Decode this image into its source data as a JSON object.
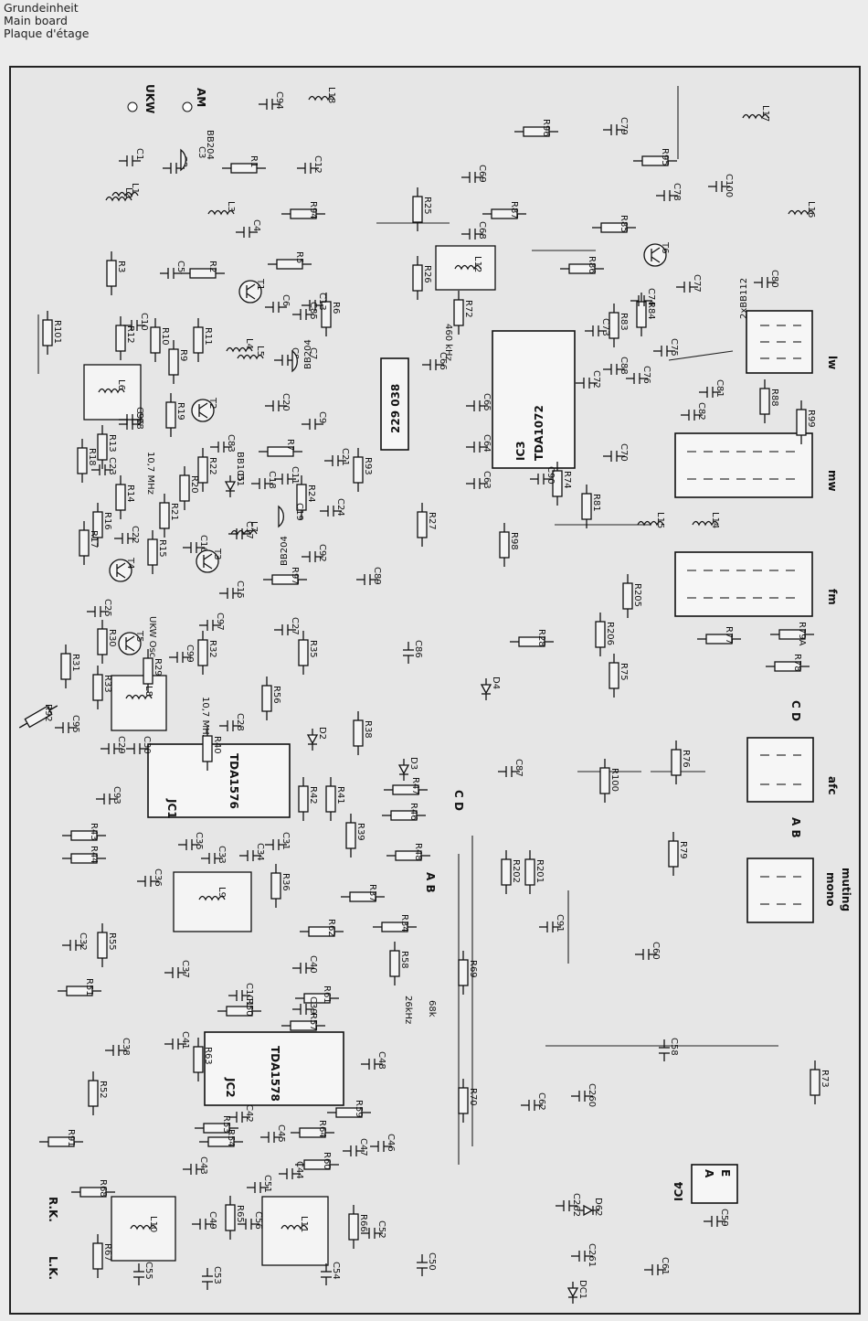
{
  "header": {
    "line1": "Grundeinheit",
    "line2": "Main board",
    "line3": "Plaque d'étage"
  },
  "board_code": "229 038",
  "ics": [
    {
      "ref": "IC3",
      "type": "TDA1072"
    },
    {
      "ref": "JC1",
      "type": "TDA1576"
    },
    {
      "ref": "JC2",
      "type": "TDA1578"
    },
    {
      "ref": "IC4",
      "type": ""
    }
  ],
  "module_labels": {
    "lw": "lw",
    "mw": "mw",
    "fm": "fm",
    "afc": "afc",
    "mono": "mono",
    "muting": "muting"
  },
  "terminals": [
    "UKW",
    "AM",
    "C D",
    "A B",
    "R.K.",
    "L.K.",
    "A",
    "E"
  ],
  "notes": [
    "460 kHz",
    "10,7 MHz",
    "26kHz",
    "68k",
    "UKW Osc.",
    "2xBB112",
    "BB204",
    "BB105"
  ],
  "components": {
    "resistors": [
      "R1",
      "R2",
      "R3",
      "R5",
      "R6",
      "R7",
      "R9",
      "R10",
      "R11",
      "R12",
      "R13",
      "R14",
      "R15",
      "R16",
      "R17",
      "R18",
      "R19",
      "R20",
      "R21",
      "R22",
      "R24",
      "R25",
      "R26",
      "R27",
      "R28",
      "R29",
      "R30",
      "R31",
      "R32",
      "R33",
      "R34",
      "R35",
      "R36",
      "R37",
      "R38",
      "R39",
      "R40",
      "R41",
      "R42",
      "R43",
      "R44",
      "R46",
      "R47",
      "R48",
      "R50",
      "R51",
      "R52",
      "R53",
      "R54",
      "R55",
      "R56",
      "R57",
      "R58",
      "R59",
      "R60",
      "R61",
      "R62",
      "R63",
      "R64",
      "R65",
      "R66",
      "R67",
      "R68",
      "R69",
      "R70",
      "R72",
      "R73",
      "R74",
      "R75",
      "R76",
      "R77",
      "R78",
      "R79",
      "R79A",
      "R81",
      "R83",
      "R84",
      "R85",
      "R86",
      "R87",
      "R88",
      "R91",
      "R92",
      "R93",
      "R94",
      "R95",
      "R96",
      "R97",
      "R98",
      "R99",
      "R100",
      "R101",
      "R201",
      "R202",
      "R205",
      "R206"
    ],
    "capacitors": [
      "C1",
      "C2",
      "C4",
      "C5",
      "C6",
      "C8",
      "C9",
      "C10",
      "C11",
      "C12",
      "C13",
      "C15",
      "C16",
      "C17",
      "C18",
      "C20",
      "C21",
      "C22",
      "C23",
      "C24",
      "C25",
      "C27",
      "C28",
      "C29",
      "C30",
      "C31",
      "C32",
      "C33",
      "C34",
      "C35",
      "C36",
      "C37",
      "C38",
      "C39",
      "C40",
      "C41",
      "C42",
      "C43",
      "C44",
      "C45",
      "C46",
      "C47",
      "C48",
      "C49",
      "C50",
      "C51",
      "C52",
      "C53",
      "C54",
      "C55",
      "C56",
      "C58",
      "C59",
      "C60",
      "C61",
      "C62",
      "C63",
      "C64",
      "C65",
      "C66",
      "C68",
      "C69",
      "C70",
      "C72",
      "C73",
      "C74",
      "C75",
      "C76",
      "C77",
      "C78",
      "C79",
      "C80",
      "C81",
      "C82",
      "C83",
      "C85",
      "C86",
      "C87",
      "C88",
      "C89",
      "C90",
      "C91",
      "C92",
      "C93",
      "C94",
      "C95",
      "C96",
      "C97",
      "C98",
      "C99",
      "C100",
      "C101",
      "C260",
      "C261",
      "C262"
    ],
    "inductors": [
      "L1",
      "L2",
      "L3",
      "L4",
      "L5",
      "L6",
      "L7",
      "L8",
      "L9",
      "L10",
      "L11",
      "L12",
      "L14",
      "L15",
      "L16",
      "L17",
      "L18"
    ],
    "transistors": [
      "T1",
      "T2",
      "T3",
      "T4",
      "T5",
      "T6"
    ],
    "diodes": [
      "D1",
      "D2",
      "D3",
      "D4",
      "D62",
      "DC1",
      "C3",
      "C7",
      "C19"
    ]
  }
}
